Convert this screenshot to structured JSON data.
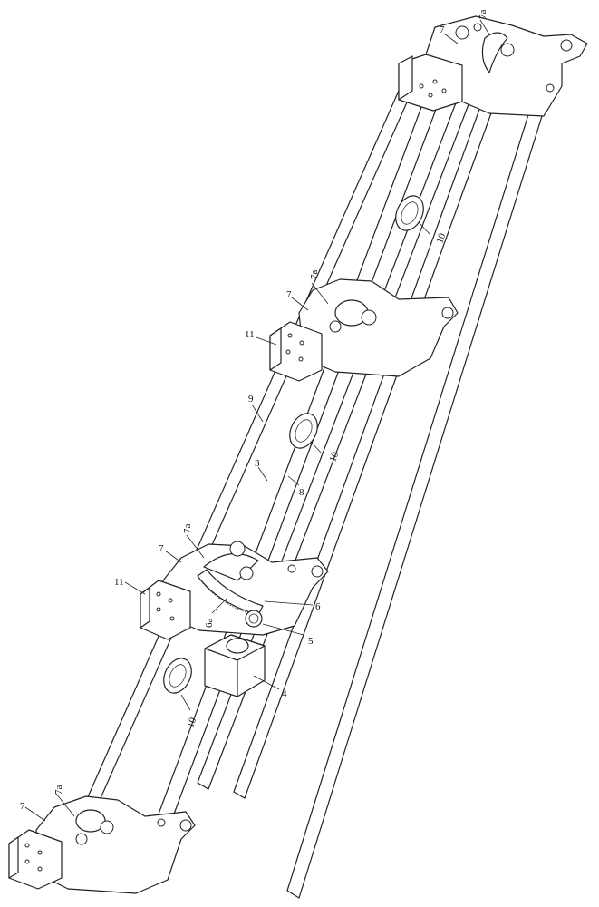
{
  "labels": {
    "l7_top": "7",
    "l7a_top": "7a",
    "l10_upper": "10",
    "l7_upper_mid": "7",
    "l7a_upper_mid": "7a",
    "l11_upper": "11",
    "l9": "9",
    "l10_mid": "10",
    "l3": "3",
    "l8": "8",
    "l7_lower_mid": "7",
    "l7a_lower_mid": "7a",
    "l11_lower": "11",
    "l6": "6",
    "l6a": "6a",
    "l5": "5",
    "l4": "4",
    "l10_lower": "10",
    "l7_bottom": "7",
    "l7a_bottom": "7a"
  }
}
